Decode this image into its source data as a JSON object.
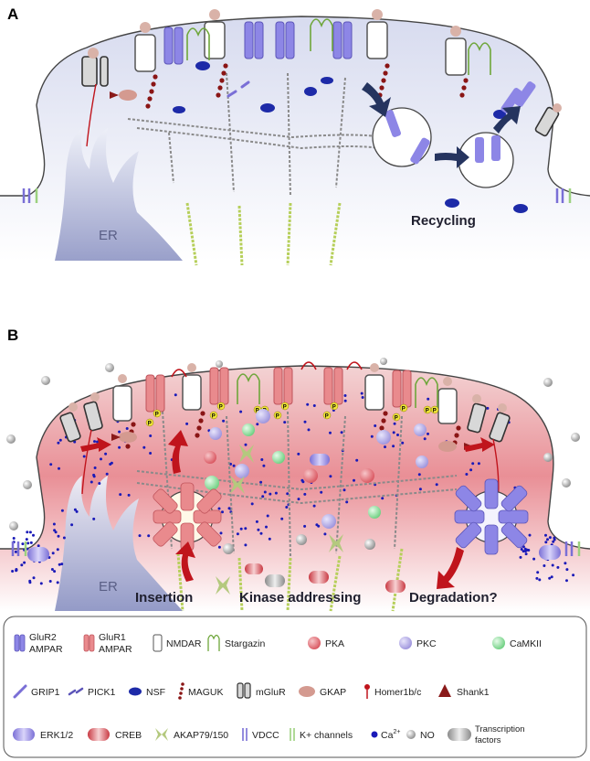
{
  "panels": {
    "a": {
      "letter": "A",
      "er_label": "ER",
      "recycling_label": "Recycling"
    },
    "b": {
      "letter": "B",
      "er_label": "ER",
      "insertion_label": "Insertion",
      "kinase_label": "Kinase addressing",
      "degradation_label": "Degradation?",
      "phospho_label": "P"
    }
  },
  "legend": {
    "row1": {
      "glur2_line1": "GluR2",
      "glur2_line2": "AMPAR",
      "glur1_line1": "GluR1",
      "glur1_line2": "AMPAR",
      "nmdar": "NMDAR",
      "stargazin": "Stargazin",
      "pka": "PKA",
      "pkc": "PKC",
      "camkii": "CaMKII"
    },
    "row2": {
      "grip1": "GRIP1",
      "pick1": "PICK1",
      "nsf": "NSF",
      "maguk": "MAGUK",
      "mglur": "mGluR",
      "gkap": "GKAP",
      "homer": "Homer1b/c",
      "shank": "Shank1"
    },
    "row3": {
      "erk": "ERK1/2",
      "creb": "CREB",
      "akap": "AKAP79/150",
      "vdcc": "VDCC",
      "kchannels": "K+ channels",
      "calcium": "Ca",
      "calcium_sup": "2+",
      "no": "NO",
      "tf_line1": "Transcription",
      "tf_line2": "factors"
    }
  },
  "colors": {
    "spine_a_fill": "#dfe2f2",
    "spine_b_fill": "#e79aa0",
    "glur2": "#8d86e6",
    "glur1": "#e98a8d",
    "stargazin": "#6ea63a",
    "pka": "#e3707a",
    "pkc": "#a9a0e0",
    "camkii": "#8fdc9a",
    "nsf": "#1d2aa8",
    "maguk": "#8a1515",
    "calcium": "#1a1ab8",
    "arrow_a": "#25345f",
    "arrow_b": "#c0141c",
    "phospho": "#f1e63a"
  },
  "icons": [
    "ampar-glur2-icon",
    "ampar-glur1-icon",
    "nmdar-icon",
    "stargazin-icon",
    "pka-icon",
    "pkc-icon",
    "camkii-icon",
    "grip1-icon",
    "pick1-icon",
    "nsf-icon",
    "maguk-icon",
    "mglur-icon",
    "gkap-icon",
    "homer-icon",
    "shank-icon",
    "erk-icon",
    "creb-icon",
    "akap-icon",
    "vdcc-icon",
    "k-channel-icon",
    "calcium-icon",
    "no-icon",
    "transcription-factor-icon"
  ]
}
